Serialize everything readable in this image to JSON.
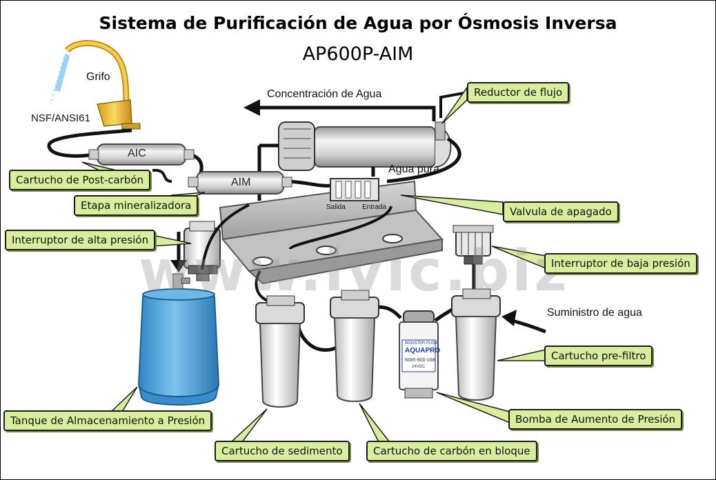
{
  "title": "Sistema de Purificación de Agua por Ósmosis Inversa",
  "model": "AP600P-AIM",
  "watermark": "www.ivic.biz",
  "labels": {
    "faucet": "Grifo",
    "nsf": "NSF/ANSI61",
    "concentrate": "Concentración de Agua",
    "pure_water": "Agua pura",
    "water_supply": "Suministro de agua",
    "outlet": "Salida",
    "inlet": "Entrada",
    "aic": "AIC",
    "aim": "AIM"
  },
  "pump_label": {
    "brand": "AQUAPRO",
    "top": "BOOSTER PUMP",
    "model": "6685-800-168",
    "voltage": "24VDC"
  },
  "callouts": {
    "flow_reducer": "Reductor de flujo",
    "post_carbon": "Cartucho de Post-carbón",
    "mineralizer": "Etapa mineralizadora",
    "high_pressure": "Interruptor de alta presión",
    "shutoff_valve": "Valvula de apagado",
    "low_pressure": "Interruptor de baja presión",
    "prefilter": "Cartucho pre-filtro",
    "tank": "Tanque de Almacenamiento a Presión",
    "booster_pump": "Bomba de Aumento de Presión",
    "sediment": "Cartucho de sedimento",
    "carbon_block": "Cartucho de carbón en bloque"
  },
  "colors": {
    "callout_fill": "#d9ed9f",
    "tank": "#4fa6dd",
    "faucet": "#f0c33a",
    "tube": "#111111"
  }
}
